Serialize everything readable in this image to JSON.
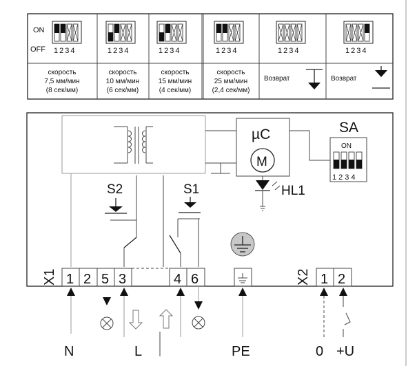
{
  "dip_table": {
    "on_label": "ON",
    "off_label": "OFF",
    "switch_numbers": [
      "1",
      "2",
      "3",
      "4"
    ],
    "columns": [
      {
        "speed_label": "скорость",
        "speed_value": "7,5 мм/мин",
        "speed_note": "(8 сек/мм)"
      },
      {
        "speed_label": "скорость",
        "speed_value": "10 мм/мин",
        "speed_note": "(6 сек/мм)"
      },
      {
        "speed_label": "скорость",
        "speed_value": "15 мм/мин",
        "speed_note": "(4 сек/мм)"
      },
      {
        "speed_label": "скорость",
        "speed_value": "25 мм/мин",
        "speed_note": "(2,4 сек/мм)"
      },
      {
        "return_label": "Возврат"
      },
      {
        "return_label": "Возврат"
      }
    ]
  },
  "schematic": {
    "microcontroller_label": "µC",
    "motor_label": "M",
    "dip_block_label": "SA",
    "dip_on_label": "ON",
    "dip_numbers": [
      "1",
      "2",
      "3",
      "4"
    ],
    "led_label": "HL1",
    "limit_switch_1": "S1",
    "limit_switch_2": "S2",
    "terminal_x1": {
      "name": "X1",
      "pins": [
        "1",
        "2",
        "5",
        "3",
        "4",
        "6"
      ]
    },
    "terminal_x2": {
      "name": "X2",
      "pins": [
        "1",
        "2"
      ]
    },
    "wire_labels": {
      "neutral": "N",
      "line": "L",
      "protective_earth": "PE",
      "zero": "0",
      "plus_u": "+U"
    }
  }
}
